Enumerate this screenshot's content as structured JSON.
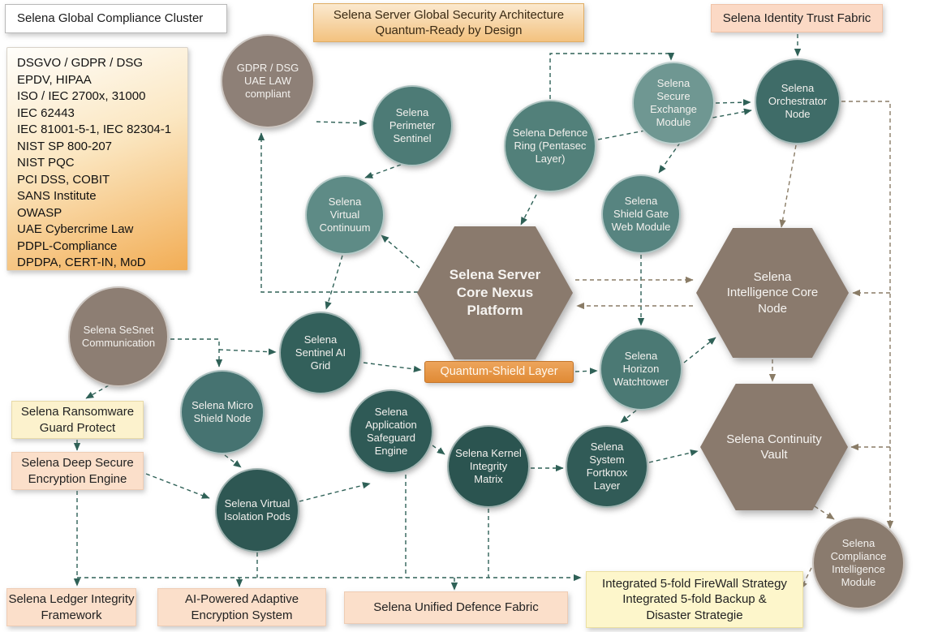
{
  "colors": {
    "teal_connector": "#2f6157",
    "brown_connector": "#8a7c66",
    "teal_dark": "#2b5450",
    "teal_mid": "#4d7b76",
    "teal_light": "#6f9792",
    "brown_node": "#8a7a6d",
    "orange_accent": "#e08a35"
  },
  "header": {
    "compliance_cluster": "Selena Global Compliance Cluster",
    "main_title_line1": "Selena Server Global Security Architecture",
    "main_title_line2": "Quantum-Ready by Design",
    "identity_trust": "Selena Identity Trust Fabric"
  },
  "compliance_list": {
    "items": [
      "DSGVO / GDPR / DSG",
      "EPDV, HIPAA",
      "ISO / IEC 2700x, 31000",
      "IEC 62443",
      "IEC 81001-5-1, IEC 82304-1",
      "NIST SP 800-207",
      "NIST PQC",
      "PCI DSS, COBIT",
      "SANS Institute",
      "OWASP",
      "UAE Cybercrime Law",
      "PDPL-Compliance",
      "DPDPA, CERT-IN, MoD"
    ]
  },
  "circles": {
    "gdpr": {
      "label": "GDPR / DSG UAE LAW compliant"
    },
    "perimeter": {
      "label": "Selena Perimeter Sentinel"
    },
    "defence_ring": {
      "label": "Selena Defence Ring (Pentasec Layer)"
    },
    "secure_exchange": {
      "label": "Selena Secure Exchange Module"
    },
    "orchestrator": {
      "label": "Selena Orchestrator Node"
    },
    "virtual_continuum": {
      "label": "Selena Virtual Continuum"
    },
    "shield_gate": {
      "label": "Selena Shield Gate Web Module"
    },
    "sesnet": {
      "label": "Selena SeSnet Communication"
    },
    "sentinel_grid": {
      "label": "Selena Sentinel AI Grid"
    },
    "horizon": {
      "label": "Selena Horizon Watchtower"
    },
    "micro_shield": {
      "label": "Selena Micro Shield Node"
    },
    "app_safeguard": {
      "label": "Selena Application Safeguard Engine"
    },
    "kernel_matrix": {
      "label": "Selena Kernel Integrity Matrix"
    },
    "fortknox": {
      "label": "Selena System Fortknox Layer"
    },
    "isolation_pods": {
      "label": "Selena Virtual Isolation Pods"
    },
    "compliance_module": {
      "label": "Selena Compliance Intelligence Module"
    }
  },
  "hexagons": {
    "core_nexus": {
      "label": "Selena Server Core Nexus Platform"
    },
    "intelligence": {
      "label": "Selena Intelligence Core Node"
    },
    "continuity": {
      "label": "Selena Continuity Vault"
    }
  },
  "labels": {
    "quantum_shield": "Quantum-Shield Layer"
  },
  "boxes": {
    "ransomware": {
      "label": "Selena Ransomware Guard Protect"
    },
    "deep_secure": {
      "label": "Selena Deep Secure Encryption Engine"
    },
    "ledger": {
      "label": "Selena Ledger Integrity Framework"
    },
    "ai_encryption": {
      "label": "AI-Powered Adaptive Encryption System"
    },
    "unified_fabric": {
      "label": "Selena Unified Defence Fabric"
    },
    "firewall_strategy": {
      "line1": "Integrated 5-fold FireWall Strategy",
      "line2": "Integrated 5-fold Backup &",
      "line3": "Disaster Strategie"
    }
  }
}
